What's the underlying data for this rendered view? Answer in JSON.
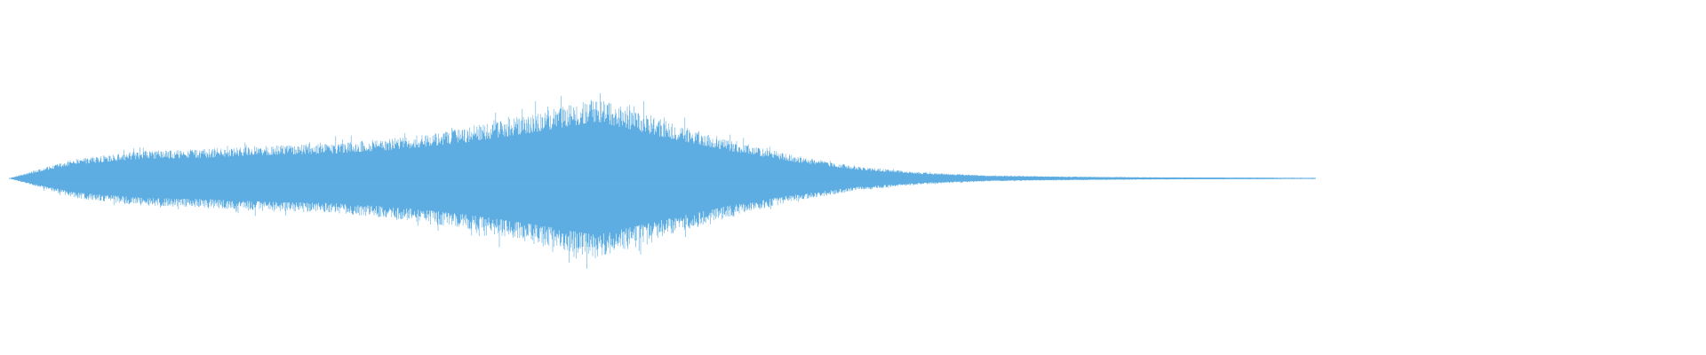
{
  "waveform": {
    "color": "#5dade2",
    "background": "#ffffff",
    "audio_length_fraction": 0.77,
    "peak_position_fraction": 0.45,
    "peak_amplitude_fraction": 0.41,
    "sustain_amplitude_fraction": 0.14,
    "tail_amplitude_fraction": 0.01,
    "envelope": [
      [
        0.0,
        0.0
      ],
      [
        0.05,
        0.1
      ],
      [
        0.1,
        0.14
      ],
      [
        0.15,
        0.15
      ],
      [
        0.2,
        0.17
      ],
      [
        0.25,
        0.18
      ],
      [
        0.3,
        0.21
      ],
      [
        0.35,
        0.26
      ],
      [
        0.4,
        0.33
      ],
      [
        0.45,
        0.41
      ],
      [
        0.5,
        0.3
      ],
      [
        0.55,
        0.2
      ],
      [
        0.6,
        0.12
      ],
      [
        0.65,
        0.06
      ],
      [
        0.7,
        0.03
      ],
      [
        0.75,
        0.015
      ],
      [
        0.8,
        0.01
      ],
      [
        0.85,
        0.007
      ],
      [
        0.9,
        0.005
      ],
      [
        0.95,
        0.004
      ],
      [
        1.0,
        0.003
      ]
    ]
  }
}
